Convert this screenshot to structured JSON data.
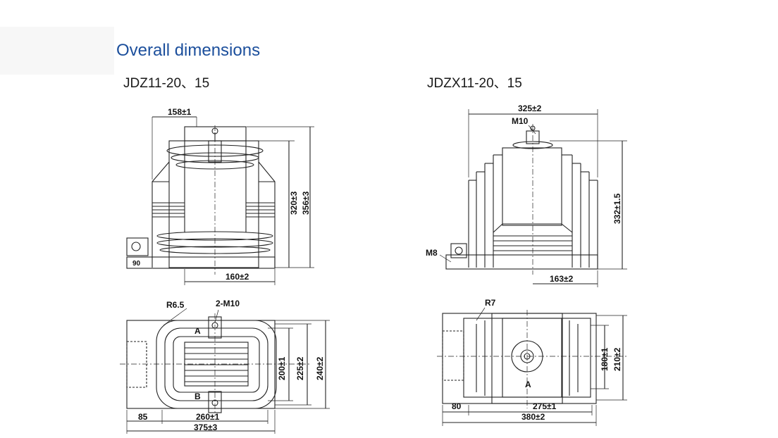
{
  "header": {
    "title": "Overall dimensions"
  },
  "models": {
    "left": "JDZ11-20、15",
    "right": "JDZX11-20、15"
  },
  "left_front": {
    "top_width": "158±1",
    "height_inner": "320±3",
    "height_total": "356±3",
    "base": "160±2",
    "bolt": "90"
  },
  "left_plan": {
    "radius": "R6.5",
    "holes": "2-M10",
    "label_a": "A",
    "label_b": "B",
    "h1": "200±1",
    "h2": "225±2",
    "h3": "240±2",
    "offset": "85",
    "w1": "260±1",
    "w2": "375±3"
  },
  "right_front": {
    "top_width": "325±2",
    "terminal": "M10",
    "height": "332±1.5",
    "ground": "M8",
    "base": "163±2"
  },
  "right_plan": {
    "radius": "R7",
    "label_a": "A",
    "h1": "180±1",
    "h2": "210±2",
    "offset": "80",
    "w1": "275±1",
    "w2": "380±2"
  }
}
